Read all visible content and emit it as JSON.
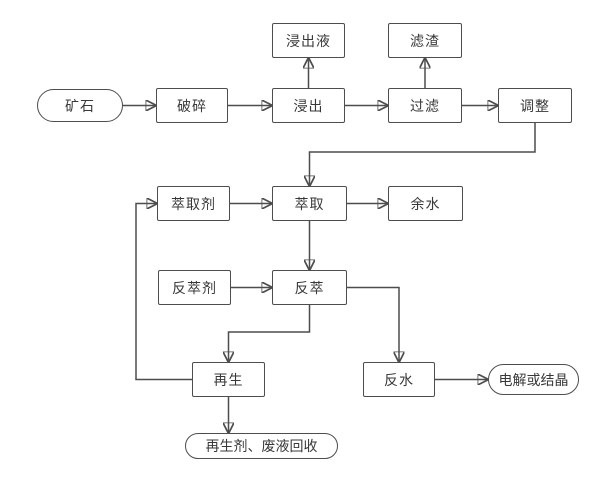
{
  "diagram": {
    "type": "flowchart",
    "language": "zh-CN",
    "colors": {
      "background": "#ffffff",
      "line": "#4d4d4d",
      "box_border": "#4d4d4d",
      "box_fill": "#ffffff",
      "text": "#383838"
    },
    "nodes": {
      "ore": {
        "label": "矿石",
        "shape": "stadium"
      },
      "crush": {
        "label": "破碎",
        "shape": "rect"
      },
      "leachate": {
        "label": "浸出液",
        "shape": "rect"
      },
      "leach": {
        "label": "浸出",
        "shape": "rect"
      },
      "residue": {
        "label": "滤渣",
        "shape": "rect"
      },
      "filter": {
        "label": "过滤",
        "shape": "rect"
      },
      "adjust": {
        "label": "调整",
        "shape": "rect"
      },
      "extractant": {
        "label": "萃取剂",
        "shape": "rect"
      },
      "extract": {
        "label": "萃取",
        "shape": "rect"
      },
      "excess_water": {
        "label": "余水",
        "shape": "rect"
      },
      "strip_agent": {
        "label": "反萃剂",
        "shape": "rect"
      },
      "strip": {
        "label": "反萃",
        "shape": "rect"
      },
      "regenerate": {
        "label": "再生",
        "shape": "rect"
      },
      "strip_water": {
        "label": "反水",
        "shape": "rect"
      },
      "electrolysis": {
        "label": "电解或结晶",
        "shape": "stadium"
      },
      "recovery": {
        "label": "再生剂、废液回收",
        "shape": "stadium"
      }
    },
    "edges": [
      {
        "from": "ore",
        "to": "crush"
      },
      {
        "from": "crush",
        "to": "leach"
      },
      {
        "from": "leach",
        "to": "leachate"
      },
      {
        "from": "leach",
        "to": "filter"
      },
      {
        "from": "filter",
        "to": "residue"
      },
      {
        "from": "filter",
        "to": "adjust"
      },
      {
        "from": "adjust",
        "to": "extract"
      },
      {
        "from": "extractant",
        "to": "extract"
      },
      {
        "from": "extract",
        "to": "excess_water"
      },
      {
        "from": "extract",
        "to": "strip"
      },
      {
        "from": "strip_agent",
        "to": "strip"
      },
      {
        "from": "strip",
        "to": "regenerate"
      },
      {
        "from": "strip",
        "to": "strip_water"
      },
      {
        "from": "regenerate",
        "to": "extractant"
      },
      {
        "from": "regenerate",
        "to": "recovery"
      },
      {
        "from": "strip_water",
        "to": "electrolysis"
      }
    ]
  }
}
